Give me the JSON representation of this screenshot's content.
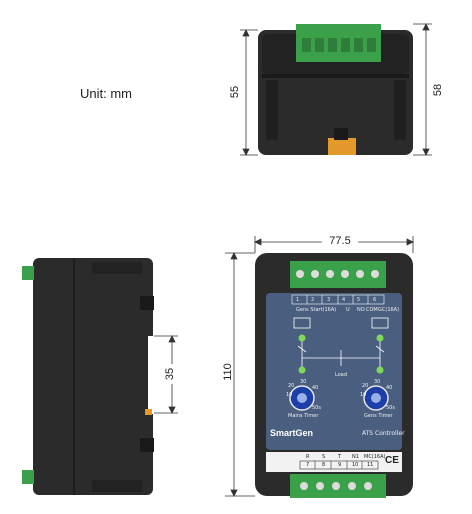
{
  "unit_label": "Unit: mm",
  "dimensions": {
    "top_height": "55",
    "top_height_total": "58",
    "front_width": "77.5",
    "front_height": "110",
    "side_slot": "35"
  },
  "panel": {
    "top_terminal_numbers": [
      "1",
      "2",
      "3",
      "4",
      "5",
      "6"
    ],
    "top_terminal_caption": "Gens Start(16A)",
    "top_terminal_sub": [
      "U",
      "NO",
      "COM",
      "GC(16A)"
    ],
    "load_label": "Load",
    "mains_timer_label": "Mains Timer",
    "gens_timer_label": "Gens Timer",
    "dial_scale": [
      "10",
      "20",
      "30",
      "40",
      "50s"
    ],
    "brand": "SmartGen",
    "product": "ATS Controller",
    "bottom_terminal_top": [
      "R",
      "S",
      "T",
      "N1",
      "MC(16A)"
    ],
    "bottom_terminal_numbers": [
      "7",
      "8",
      "9",
      "10",
      "11"
    ],
    "ce_mark": "CE"
  },
  "colors": {
    "housing": "#2a2a2a",
    "terminal_green": "#3aa04a",
    "panel_blue": "#4a5f80",
    "orange_clip": "#e39a2a",
    "indicator_green": "#7ed957"
  }
}
